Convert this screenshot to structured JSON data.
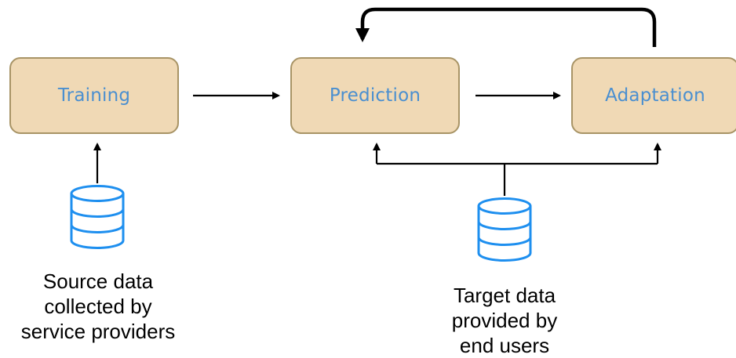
{
  "nodes": {
    "training": "Training",
    "prediction": "Prediction",
    "adaptation": "Adaptation"
  },
  "source_data": {
    "lines": [
      "Source data",
      "collected by",
      "service providers"
    ]
  },
  "target_data": {
    "lines": [
      "Target data",
      "provided by",
      "end users"
    ]
  },
  "colors": {
    "box_fill": "#f0d9b5",
    "box_border": "#a89466",
    "label_text": "#4a8fd0",
    "database_icon": "#1e8fef",
    "arrow": "#000000"
  },
  "icons": {
    "source_database": "database-icon",
    "target_database": "database-icon"
  }
}
